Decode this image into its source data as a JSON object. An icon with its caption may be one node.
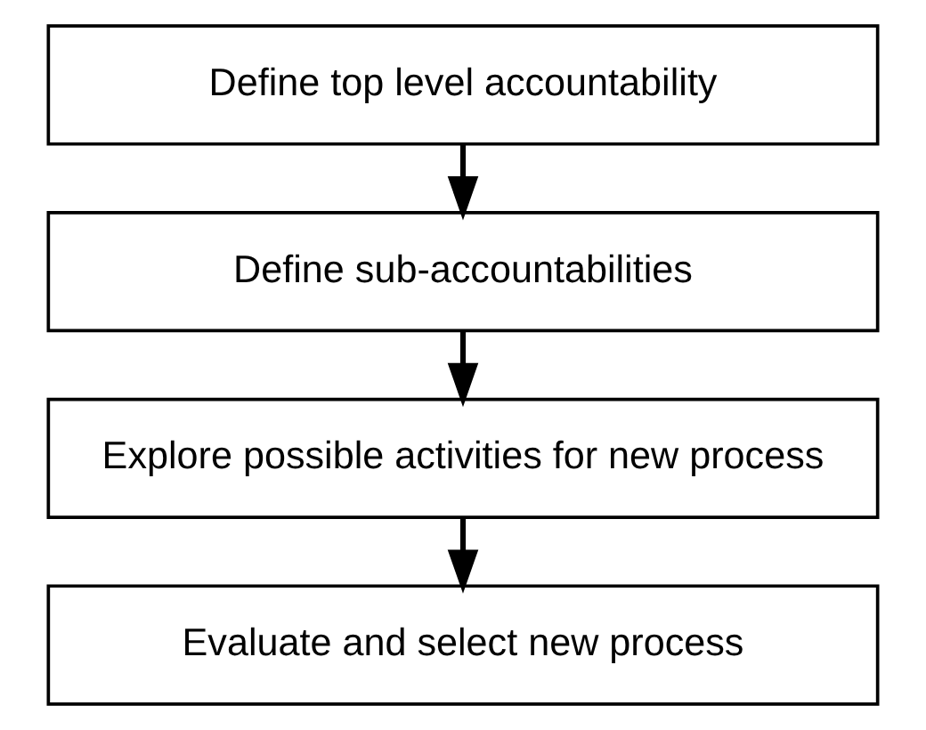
{
  "diagram": {
    "nodes": [
      {
        "text": [
          "Define top level accountability"
        ]
      },
      {
        "text": [
          "Define sub-accountabilities"
        ]
      },
      {
        "text": [
          "Explore possible activities for new process"
        ]
      },
      {
        "text": [
          "Evaluate and select new process"
        ]
      }
    ],
    "edges": [
      {
        "from": 0,
        "to": 1,
        "arrow": "to"
      },
      {
        "from": 1,
        "to": 2,
        "arrow": "to"
      },
      {
        "from": 2,
        "to": 3,
        "arrow": "to"
      }
    ]
  }
}
